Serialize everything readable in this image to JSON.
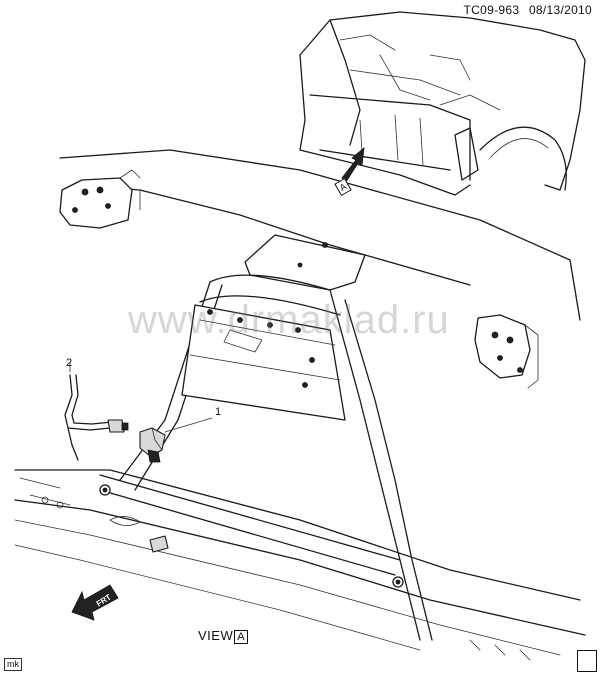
{
  "header": {
    "diagram_id": "TC09-963",
    "date": "08/13/2010"
  },
  "watermark": "www.drmaklad.ru",
  "callouts": [
    "1",
    "2"
  ],
  "view": {
    "label": "VIEW",
    "letter": "A"
  },
  "inset": {
    "view_marker": "A"
  },
  "direction": {
    "label": "FRT"
  },
  "corner_tag": "mk",
  "icon_names": {
    "system_icon": "book-icon",
    "direction_arrow": "front-arrow-icon"
  }
}
